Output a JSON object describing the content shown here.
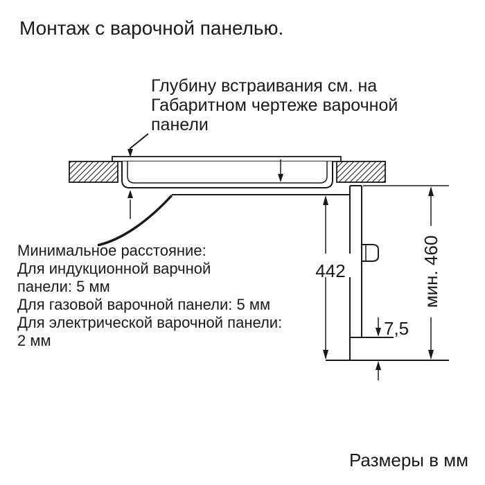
{
  "header": {
    "title": "Монтаж с варочной панелью."
  },
  "callouts": {
    "embed_depth": {
      "lines": [
        "Глубину встраивания см. на",
        "Габаритном чертеже варочной",
        "панели"
      ]
    },
    "min_distance": {
      "lines": [
        "Минимальное расстояние:",
        "Для индукционной варчной",
        "панели: 5 мм",
        "Для газовой варочной панели: 5 мм",
        "Для электрической варочной панели:",
        "2 мм"
      ]
    }
  },
  "dimensions": {
    "oven_height": {
      "label": "442"
    },
    "niche_min_height": {
      "label": "мин. 460"
    },
    "bottom_gap": {
      "label": "7,5"
    }
  },
  "footer": {
    "units_note": "Размеры в мм"
  },
  "colors": {
    "line": "#1a1a1a",
    "text": "#1a1a1a",
    "background": "#ffffff"
  }
}
